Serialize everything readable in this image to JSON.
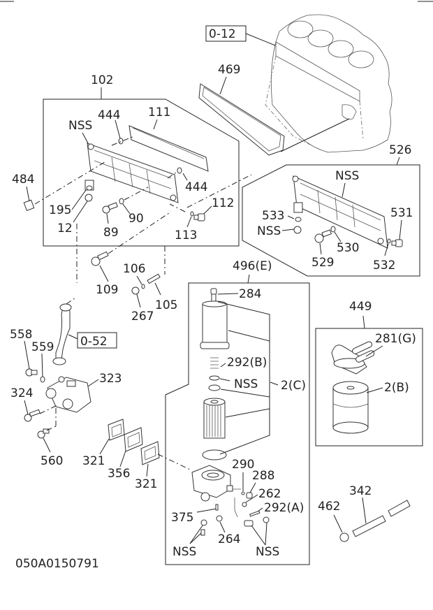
{
  "diagram": {
    "drawing_number": "050A0150791",
    "references": [
      {
        "id": "ref-0-12",
        "text": "0-12"
      },
      {
        "id": "ref-0-52",
        "text": "0-52"
      }
    ],
    "groups": {
      "oil_cooler_assy": {
        "label": "102"
      },
      "oil_cooler_alt": {
        "label": "526"
      },
      "filter_assy": {
        "label": "496(E)"
      },
      "filter_alt": {
        "label": "449"
      }
    },
    "labels": {
      "l469": "469",
      "l111": "111",
      "l444a": "444",
      "l444b": "444",
      "nss1": "NSS",
      "l484": "484",
      "l195": "195",
      "l12": "12",
      "l89": "89",
      "l90": "90",
      "l112": "112",
      "l113": "113",
      "nss2": "NSS",
      "l533": "533",
      "nss3": "NSS",
      "l529": "529",
      "l530": "530",
      "l531": "531",
      "l532": "532",
      "l109": "109",
      "l106": "106",
      "l105": "105",
      "l267": "267",
      "l558": "558",
      "l559": "559",
      "l323": "323",
      "l324": "324",
      "l560": "560",
      "l321a": "321",
      "l356": "356",
      "l321b": "321",
      "l284": "284",
      "l292b": "292(B)",
      "nss4": "NSS",
      "l2c": "2(C)",
      "l290": "290",
      "l288": "288",
      "l262": "262",
      "l292a": "292(A)",
      "l375": "375",
      "l264": "264",
      "nss5": "NSS",
      "nss6": "NSS",
      "l281g": "281(G)",
      "l2b": "2(B)",
      "l342": "342",
      "l462": "462"
    }
  }
}
